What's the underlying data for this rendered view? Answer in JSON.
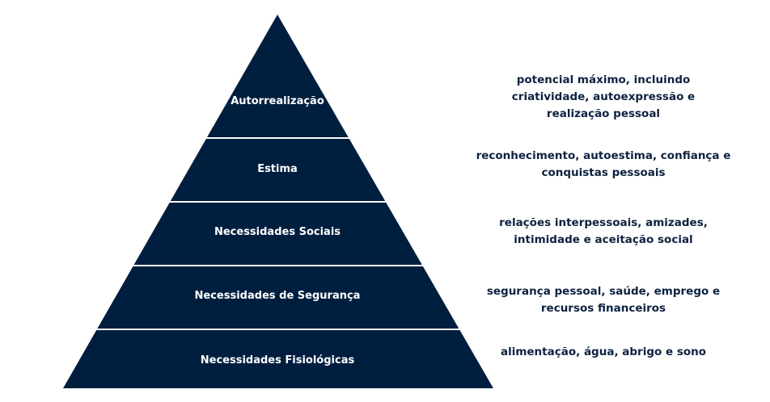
{
  "colors": {
    "layer": "#001f3f",
    "text": "#0d2240"
  },
  "levels": [
    {
      "label": "Autorrealização",
      "description": "potencial máximo, incluindo criatividade, autoexpressão e realização pessoal"
    },
    {
      "label": "Estima",
      "description": "reconhecimento, autoestima, confiança e conquistas pessoais"
    },
    {
      "label": "Necessidades Sociais",
      "description": "relações interpessoais, amizades, intimidade e aceitação social"
    },
    {
      "label": "Necessidades de Segurança",
      "description": "segurança pessoal, saúde, emprego e recursos financeiros"
    },
    {
      "label": "Necessidades Fisiológicas",
      "description": "alimentação, água, abrigo e sono"
    }
  ]
}
